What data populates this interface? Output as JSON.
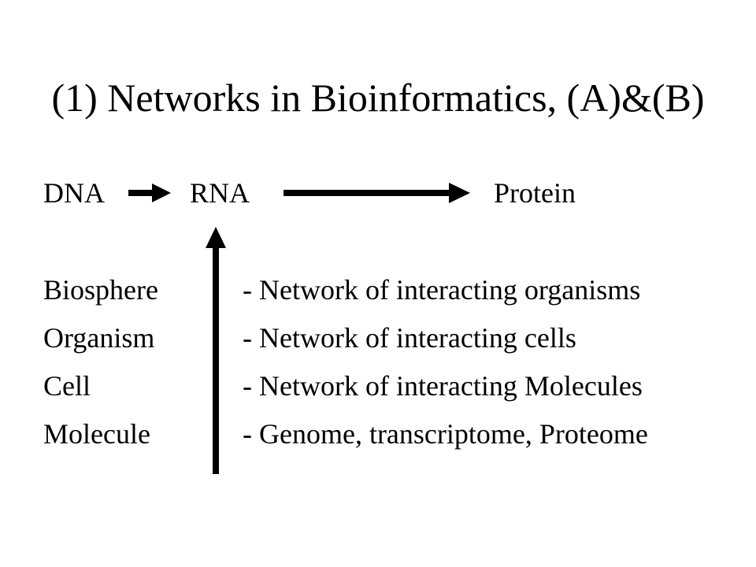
{
  "title": "(1) Networks in Bioinformatics, (A)&(B)",
  "flow": {
    "dna": "DNA",
    "rna": "RNA",
    "protein": "Protein"
  },
  "levels": [
    {
      "level": "Biosphere",
      "description": "- Network of interacting organisms"
    },
    {
      "level": "Organism",
      "description": "- Network of interacting cells"
    },
    {
      "level": "Cell",
      "description": "- Network of interacting Molecules"
    },
    {
      "level": "Molecule",
      "description": "- Genome, transcriptome, Proteome"
    }
  ],
  "colors": {
    "text": "#000000",
    "arrow": "#000000",
    "background": "#ffffff"
  }
}
